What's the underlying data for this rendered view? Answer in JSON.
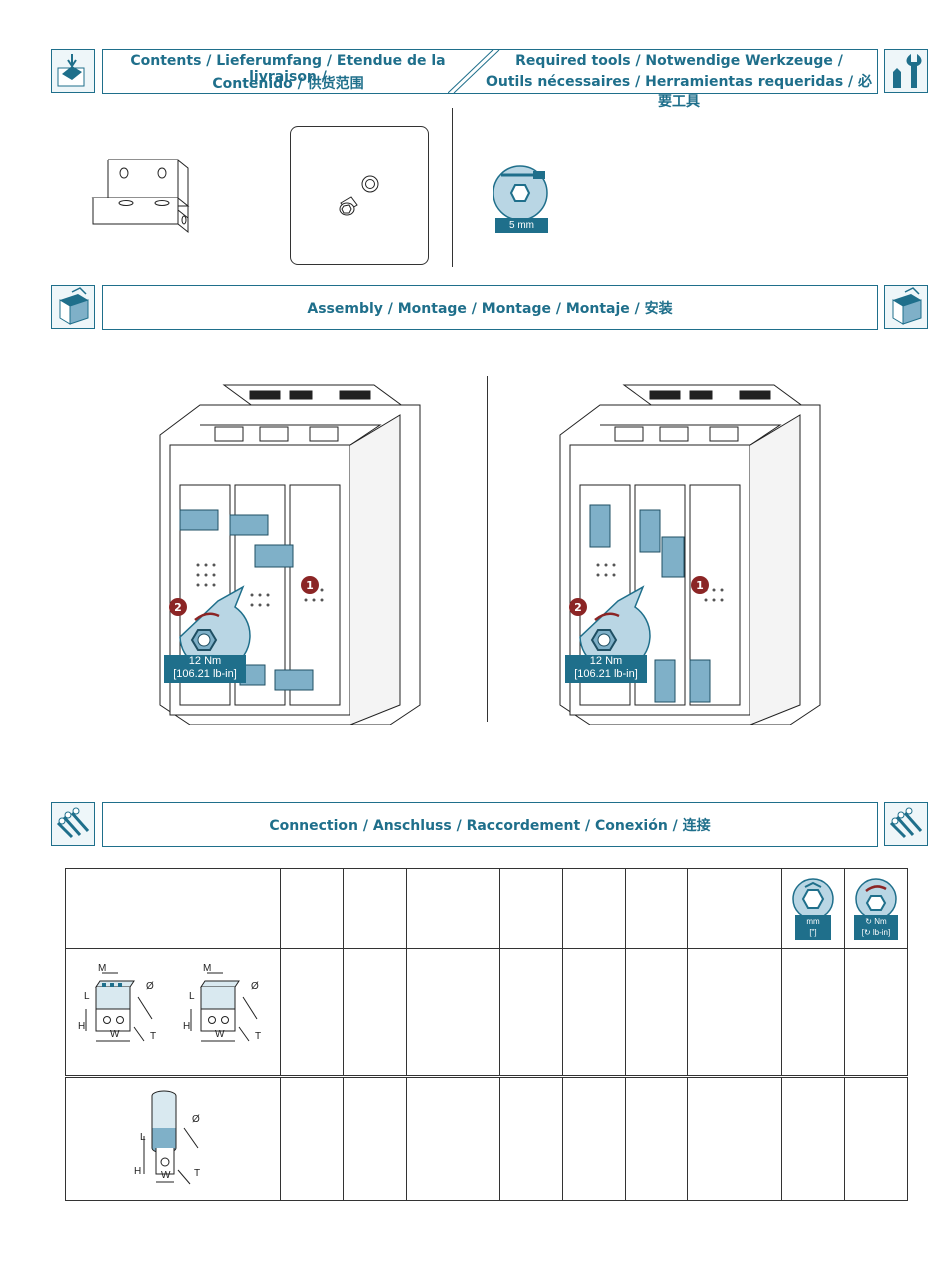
{
  "contents_header": {
    "line1": "Contents / Lieferumfang / Etendue de la livraison /",
    "line2": "Contenido / 供货范围"
  },
  "tools_header": {
    "line1": "Required tools / Notwendige Werkzeuge /",
    "line2": "Outils nécessaires / Herramientas requeridas / 必要工具"
  },
  "tool": {
    "size_label": "5 mm"
  },
  "assembly_header": {
    "title": "Assembly / Montage / Montage / Montaje / 安装"
  },
  "assembly_left": {
    "torque_line1": "12 Nm",
    "torque_line2": "[106.21 lb-in]",
    "step1": "1",
    "step2": "2"
  },
  "assembly_right": {
    "torque_line1": "12 Nm",
    "torque_line2": "[106.21 lb-in]",
    "step1": "1",
    "step2": "2"
  },
  "connection_header": {
    "title": "Connection / Anschluss / Raccordement / Conexión / 连接"
  },
  "table": {
    "hex_icon": {
      "line1": "mm",
      "line2": "[\"]"
    },
    "torque_icon": {
      "line1": "↻ Nm",
      "line2": "[↻ lb-in]"
    },
    "dim_labels": {
      "M": "M",
      "O": "Ø",
      "L": "L",
      "H": "H",
      "W": "W",
      "T": "T"
    }
  },
  "colors": {
    "accent": "#1f6f8b",
    "part_fill": "#7fb0c8",
    "light_fill": "#d9e9f0"
  }
}
